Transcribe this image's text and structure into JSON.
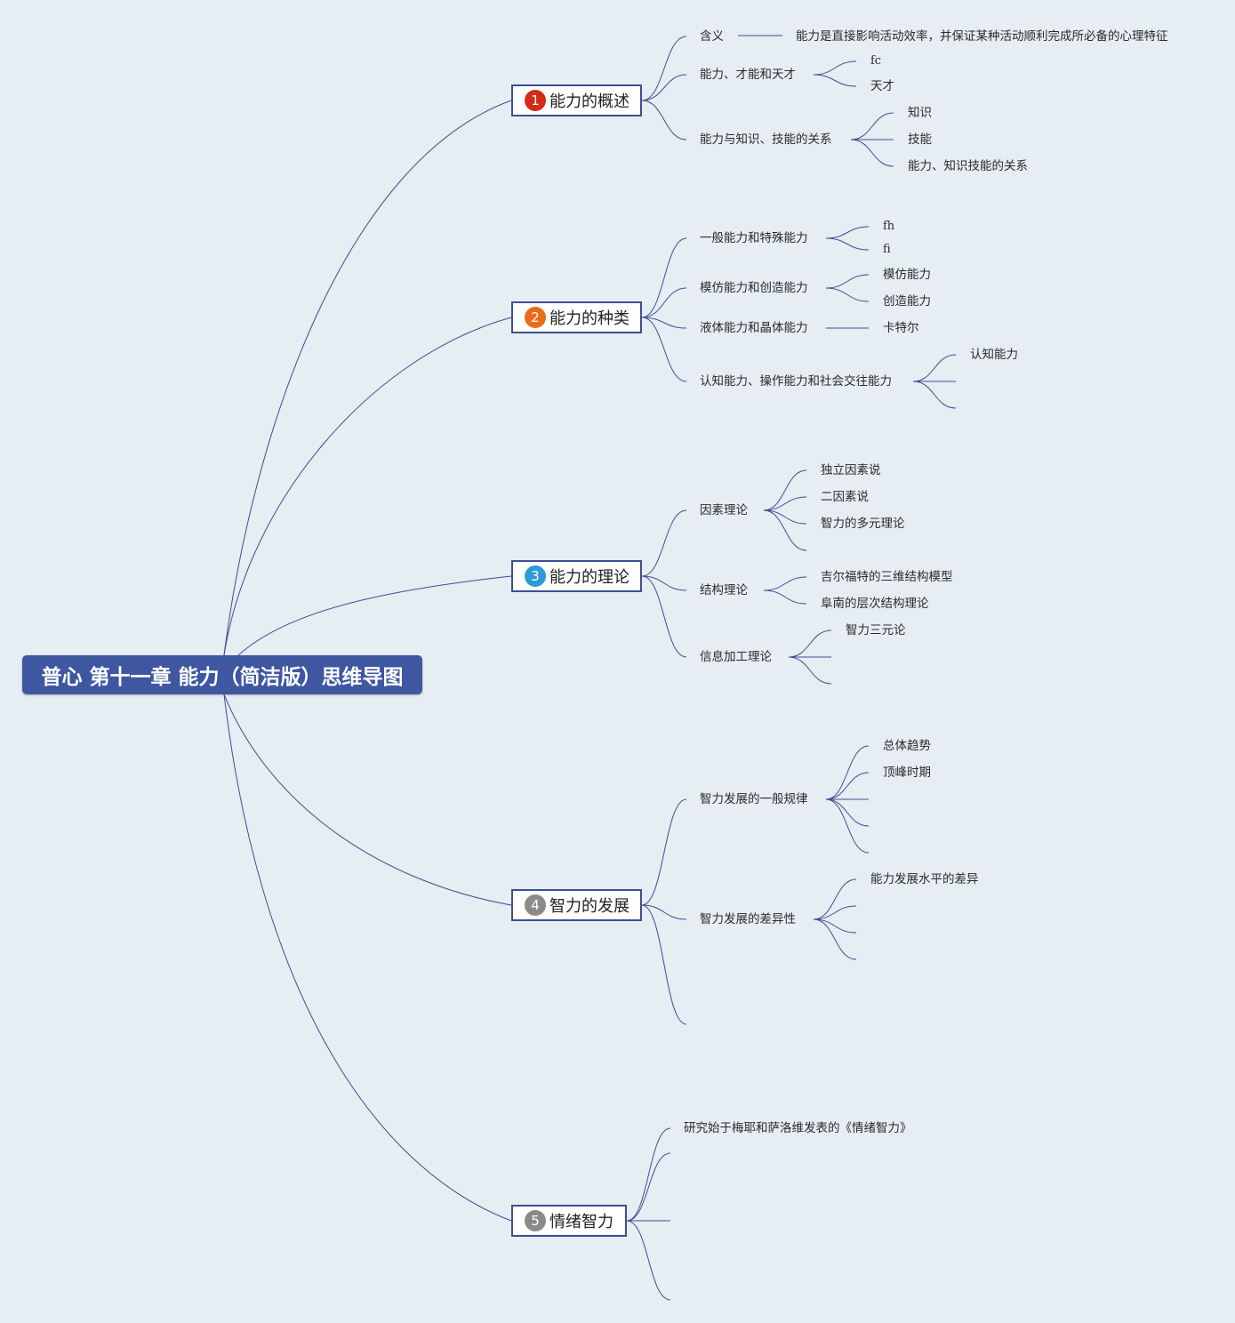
{
  "root": {
    "title": "普心 第十一章 能力（简洁版）思维导图"
  },
  "colors": {
    "line": "#3d4e92",
    "root_bg": "#3f56a1",
    "badge_1": "#d42a1a",
    "badge_2": "#e96c1c",
    "badge_3": "#2c9bd8",
    "badge_4": "#8a8a8a",
    "badge_5": "#8a8a8a"
  },
  "branches": [
    {
      "num": "1",
      "label": "能力的概述",
      "children": [
        {
          "label": "含义",
          "children": [
            {
              "label": "能力是直接影响活动效率，并保证某种活动顺利完成所必备的心理特征"
            }
          ]
        },
        {
          "label": "能力、才能和天才",
          "children": [
            {
              "label": "fc"
            },
            {
              "label": "天才"
            }
          ]
        },
        {
          "label": "能力与知识、技能的关系",
          "children": [
            {
              "label": "知识"
            },
            {
              "label": "技能"
            },
            {
              "label": "能力、知识技能的关系"
            }
          ]
        }
      ]
    },
    {
      "num": "2",
      "label": "能力的种类",
      "children": [
        {
          "label": "一般能力和特殊能力",
          "children": [
            {
              "label": "fh"
            },
            {
              "label": "fi"
            }
          ]
        },
        {
          "label": "模仿能力和创造能力",
          "children": [
            {
              "label": "模仿能力"
            },
            {
              "label": "创造能力"
            }
          ]
        },
        {
          "label": "液体能力和晶体能力",
          "children": [
            {
              "label": "卡特尔"
            }
          ]
        },
        {
          "label": "认知能力、操作能力和社会交往能力",
          "children": [
            {
              "label": "认知能力"
            },
            {
              "label": ""
            },
            {
              "label": ""
            }
          ]
        }
      ]
    },
    {
      "num": "3",
      "label": "能力的理论",
      "children": [
        {
          "label": "因素理论",
          "children": [
            {
              "label": "独立因素说"
            },
            {
              "label": "二因素说"
            },
            {
              "label": "智力的多元理论"
            },
            {
              "label": ""
            }
          ]
        },
        {
          "label": "结构理论",
          "children": [
            {
              "label": "吉尔福特的三维结构模型"
            },
            {
              "label": "阜南的层次结构理论"
            }
          ]
        },
        {
          "label": "信息加工理论",
          "children": [
            {
              "label": "智力三元论"
            },
            {
              "label": ""
            },
            {
              "label": ""
            }
          ]
        }
      ]
    },
    {
      "num": "4",
      "label": "智力的发展",
      "children": [
        {
          "label": "智力发展的一般规律",
          "children": [
            {
              "label": "总体趋势"
            },
            {
              "label": "顶峰时期"
            },
            {
              "label": ""
            },
            {
              "label": ""
            },
            {
              "label": ""
            }
          ]
        },
        {
          "label": "智力发展的差异性",
          "children": [
            {
              "label": "能力发展水平的差异"
            },
            {
              "label": ""
            },
            {
              "label": ""
            },
            {
              "label": ""
            }
          ]
        },
        {
          "label": "",
          "children": []
        }
      ]
    },
    {
      "num": "5",
      "label": "情绪智力",
      "children": [
        {
          "label": "研究始于梅耶和萨洛维发表的《情绪智力》",
          "children": []
        },
        {
          "label": "",
          "children": []
        },
        {
          "label": "",
          "children": []
        },
        {
          "label": "",
          "children": []
        }
      ]
    }
  ]
}
